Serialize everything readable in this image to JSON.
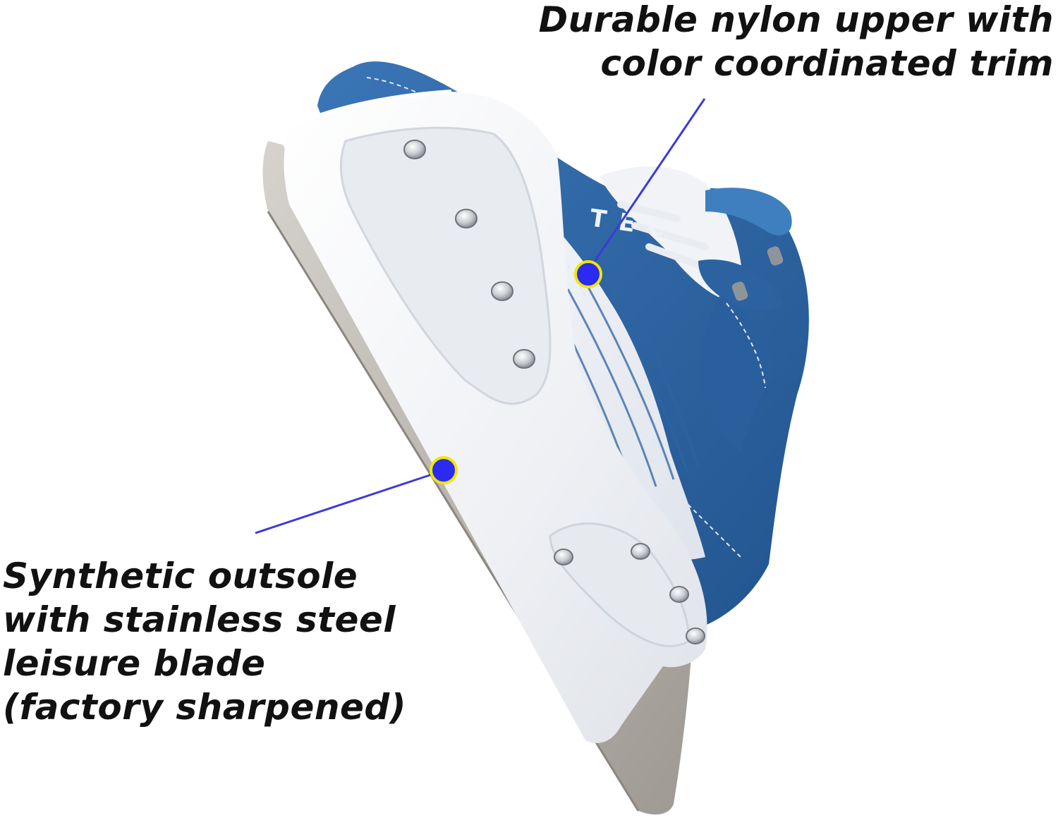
{
  "callouts": {
    "upper": {
      "text": "Durable nylon upper with\ncolor coordinated trim"
    },
    "outsole": {
      "text": "Synthetic outsole\nwith stainless steel\nleisure blade\n(factory sharpened)"
    }
  },
  "boot_branding": {
    "text": "TEC"
  },
  "colors": {
    "boot_blue": "#2f68a6",
    "boot_blue_dark": "#1f4f86",
    "mesh_white": "#eef1f6",
    "sole_white": "#f4f5f8",
    "blade_steel": "#b8b4ad",
    "callout_line": "#3b3bd6",
    "callout_dot": "#2a2af0",
    "callout_ring": "#f0e600",
    "text": "#111111"
  },
  "icons": {
    "markers": "callout-dot-icon",
    "rivets": "rivet-icon"
  }
}
